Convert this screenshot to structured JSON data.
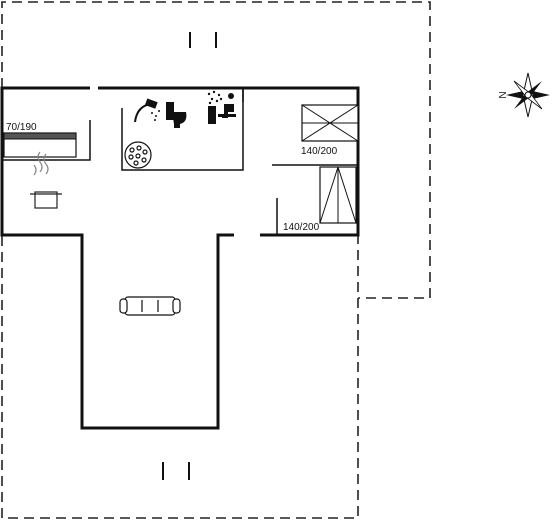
{
  "plan": {
    "beds": {
      "single": "70/190",
      "double_top": "140/200",
      "double_bottom": "140/200"
    },
    "compass": {
      "north_label": "N"
    },
    "icons": {
      "kitchen": "cooking-pot-icon",
      "shower": "shower-icon",
      "toilet": "toilet-icon",
      "sauna": "sauna-icon",
      "whirlpool": "whirlpool-icon",
      "sofa": "sofa-icon"
    }
  }
}
